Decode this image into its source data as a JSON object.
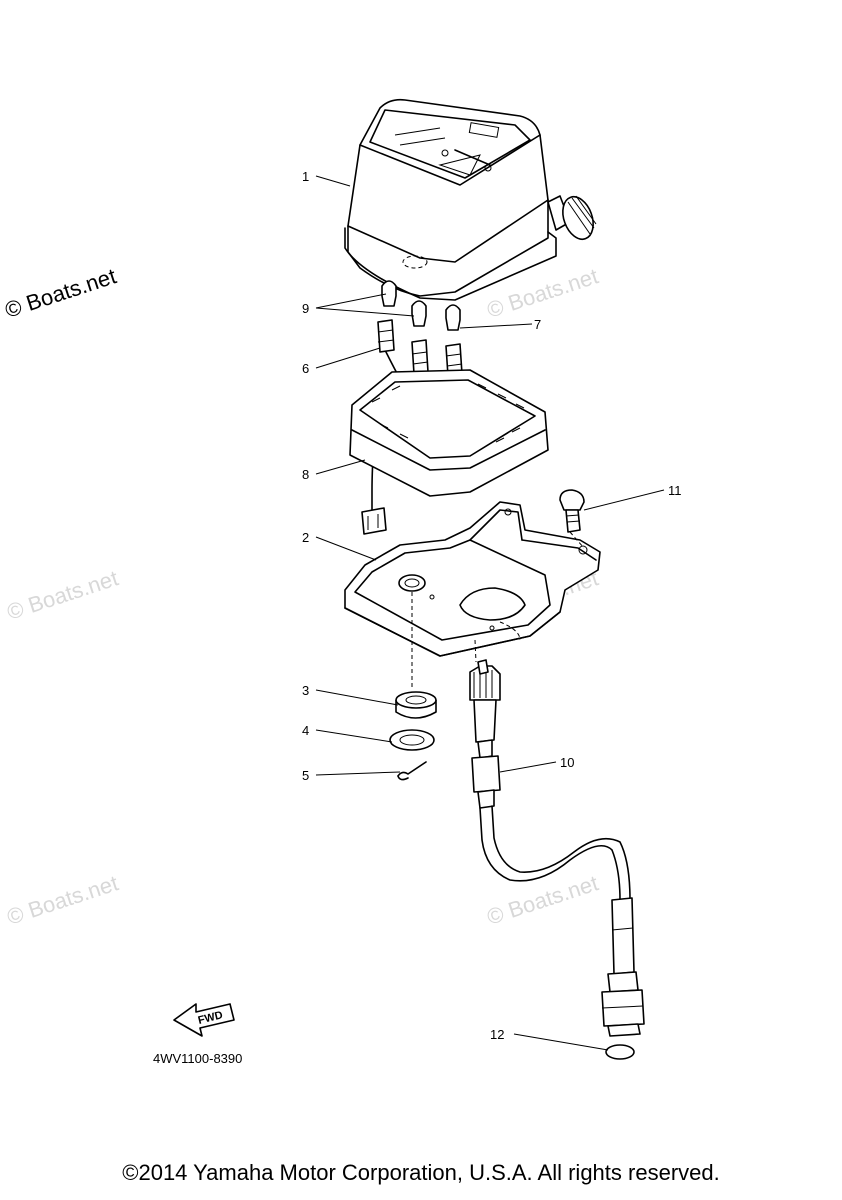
{
  "callouts": [
    {
      "id": "1",
      "label": "1"
    },
    {
      "id": "2",
      "label": "2"
    },
    {
      "id": "3",
      "label": "3"
    },
    {
      "id": "4",
      "label": "4"
    },
    {
      "id": "5",
      "label": "5"
    },
    {
      "id": "6",
      "label": "6"
    },
    {
      "id": "7",
      "label": "7"
    },
    {
      "id": "8",
      "label": "8"
    },
    {
      "id": "9",
      "label": "9"
    },
    {
      "id": "10",
      "label": "10"
    },
    {
      "id": "11",
      "label": "11"
    },
    {
      "id": "12",
      "label": "12"
    }
  ],
  "watermark": "© Boats.net",
  "fwd_label": "FWD",
  "diagram_code": "4WV1100-8390",
  "copyright": "©2014 Yamaha Motor Corporation, U.S.A. All rights reserved."
}
